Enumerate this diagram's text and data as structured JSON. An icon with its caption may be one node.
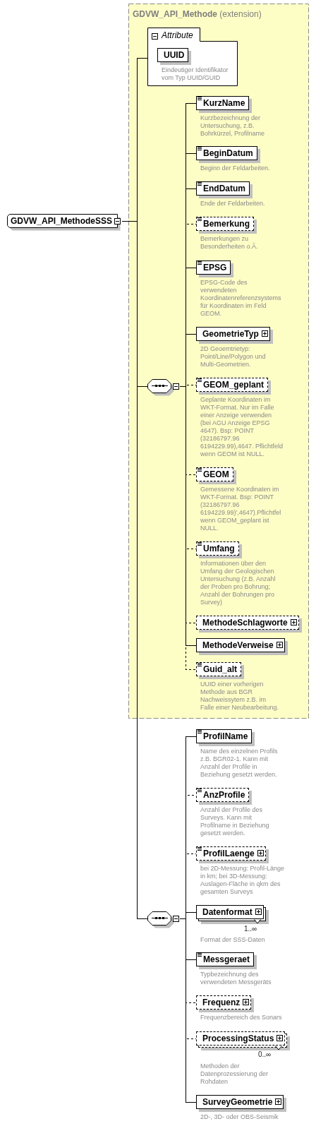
{
  "diagram": {
    "nodes": [
      {
        "text": [
          "GDVW_API_MethodeSSS"
        ]
      },
      {
        "text": [
          "**GDVW_API_Methode** (extension)"
        ]
      },
      {
        "text": [
          "Attribute"
        ],
        "in": 1
      },
      {
        "text": [
          "UUID"
        ],
        "beside": [
          "Eindeutiger Identifikator vom Typ UUID/GUID"
        ],
        "in": 2
      },
      {
        "text": [],
        "shape": "octagon",
        "in": 1
      },
      {
        "text": [
          "KurzName"
        ],
        "beside": [
          "Kurzbezeichnung der Untersuchung, z.B. Bohrkürzel, Profilname"
        ],
        "in": 1
      },
      {
        "text": [
          "BeginDatum"
        ],
        "beside": [
          "Beginn der Feldarbeiten."
        ],
        "in": 1
      },
      {
        "text": [
          "EndDatum"
        ],
        "beside": [
          "Ende der Feldarbeiten."
        ],
        "in": 1
      },
      {
        "text": [
          "Bemerkung"
        ],
        "beside": [
          "Bemerkungen zu Besonderheiten o.Ä."
        ],
        "in": 1
      },
      {
        "text": [
          "EPSG"
        ],
        "beside": [
          "EPSG-Code des verwendeten Koordinatenreferenzsystems für Koordinaten im Feld GEOM."
        ],
        "in": 1
      },
      {
        "text": [
          "GeometrieTyp"
        ],
        "beside": [
          "2D Geoemtrietyp: Point/Line/Polygon und Multi-Geometrien."
        ],
        "in": 1
      },
      {
        "text": [
          "GEOM_geplant"
        ],
        "beside": [
          "Geplante Koordinaten im WKT-Format. Nur im Falle einer Anzeige verwenden (bei AGU Anzeige EPSG 4647). Bsp: POINT (32186797.96 6194229.99),4647. Pflichtfeld wenn GEOM ist NULL."
        ],
        "in": 1
      },
      {
        "text": [
          "GEOM"
        ],
        "beside": [
          "Gemessene Koordinaten im WKT-Format. Bsp: POINT (32186797.96 6194229.99)',4647).Pflichtfel wenn GEOM_geplant ist NULL."
        ],
        "in": 1
      },
      {
        "text": [
          "Umfang"
        ],
        "beside": [
          "Informationen über den Umfang der Geologischen Untersuchung (z.B. Anzahl der Proben pro Bohrung; Anzahl der Bohrungen pro Survey)"
        ],
        "in": 1
      },
      {
        "text": [
          "MethodeSchlagworte"
        ],
        "in": 1
      },
      {
        "text": [
          "MethodeVerweise"
        ],
        "in": 1
      },
      {
        "text": [
          "Guid_alt"
        ],
        "beside": [
          "UUID einer vorherigen Methode aus BGR Nachweissytem z.B. im Falle einer Neubearbeitung."
        ],
        "in": 1
      },
      {
        "text": [],
        "shape": "octagon"
      },
      {
        "text": [
          "ProfilName"
        ],
        "beside": [
          "Name des einzelnen Profils z.B. BGR02-1. Kann mit Anzahl der Profile in Beziehung gesetzt werden."
        ]
      },
      {
        "text": [
          "AnzProfile"
        ],
        "beside": [
          "Anzahl der Profile des Surveys. Kann mit Profilname in Beziehung gesetzt werden."
        ]
      },
      {
        "text": [
          "ProfilLaenge"
        ],
        "beside": [
          "bei 2D-Messung: Profil-Länge in km; bei 3D-Messung: Auslagen-Fläche in qkm des gesamten Surveys"
        ]
      },
      {
        "text": [
          "Datenformat"
        ],
        "beside": [
          "1..∞",
          "Format der SSS-Daten"
        ]
      },
      {
        "text": [
          "Messgeraet"
        ],
        "beside": [
          "Typbezeichnung des verwendeten Messgeräts"
        ]
      },
      {
        "text": [
          "Frequenz"
        ],
        "beside": [
          "Frequenzbereich des Sonars"
        ]
      },
      {
        "text": [
          "ProcessingStatus"
        ],
        "beside": [
          "0..∞",
          "Methoden der Datenprozessierung der Rohdaten"
        ]
      },
      {
        "text": [
          "SurveyGeometrie"
        ],
        "beside": [
          "2D-, 3D- oder OBS-Seismik"
        ]
      }
    ],
    "edges": [
      {
        "from": 0,
        "to": 2,
        "arrow": "none"
      },
      {
        "from": 0,
        "to": 4,
        "arrow": "none"
      },
      {
        "from": 0,
        "to": 17,
        "arrow": "none"
      },
      {
        "from": 4,
        "to": 5,
        "arrow": "none"
      },
      {
        "from": 4,
        "to": 6,
        "arrow": "none"
      },
      {
        "from": 4,
        "to": 7,
        "arrow": "none"
      },
      {
        "from": 4,
        "to": 8,
        "arrow": "none",
        "style": "dashed"
      },
      {
        "from": 4,
        "to": 9,
        "arrow": "none"
      },
      {
        "from": 4,
        "to": 10,
        "arrow": "none"
      },
      {
        "from": 4,
        "to": 11,
        "arrow": "none",
        "style": "dashed"
      },
      {
        "from": 4,
        "to": 12,
        "arrow": "none",
        "style": "dashed"
      },
      {
        "from": 4,
        "to": 13,
        "arrow": "none",
        "style": "dashed"
      },
      {
        "from": 4,
        "to": 14,
        "arrow": "none",
        "style": "dashed"
      },
      {
        "from": 4,
        "to": 15,
        "arrow": "none"
      },
      {
        "from": 4,
        "to": 16,
        "arrow": "none",
        "style": "dashed"
      },
      {
        "from": 17,
        "to": 18,
        "arrow": "none"
      },
      {
        "from": 17,
        "to": 19,
        "arrow": "none",
        "style": "dashed"
      },
      {
        "from": 17,
        "to": 20,
        "arrow": "none",
        "style": "dashed"
      },
      {
        "from": 17,
        "to": 21,
        "arrow": "none"
      },
      {
        "from": 17,
        "to": 22,
        "arrow": "none"
      },
      {
        "from": 17,
        "to": 23,
        "arrow": "none",
        "style": "dashed"
      },
      {
        "from": 17,
        "to": 24,
        "arrow": "none",
        "style": "dashed"
      },
      {
        "from": 17,
        "to": 25,
        "arrow": "none"
      }
    ]
  }
}
